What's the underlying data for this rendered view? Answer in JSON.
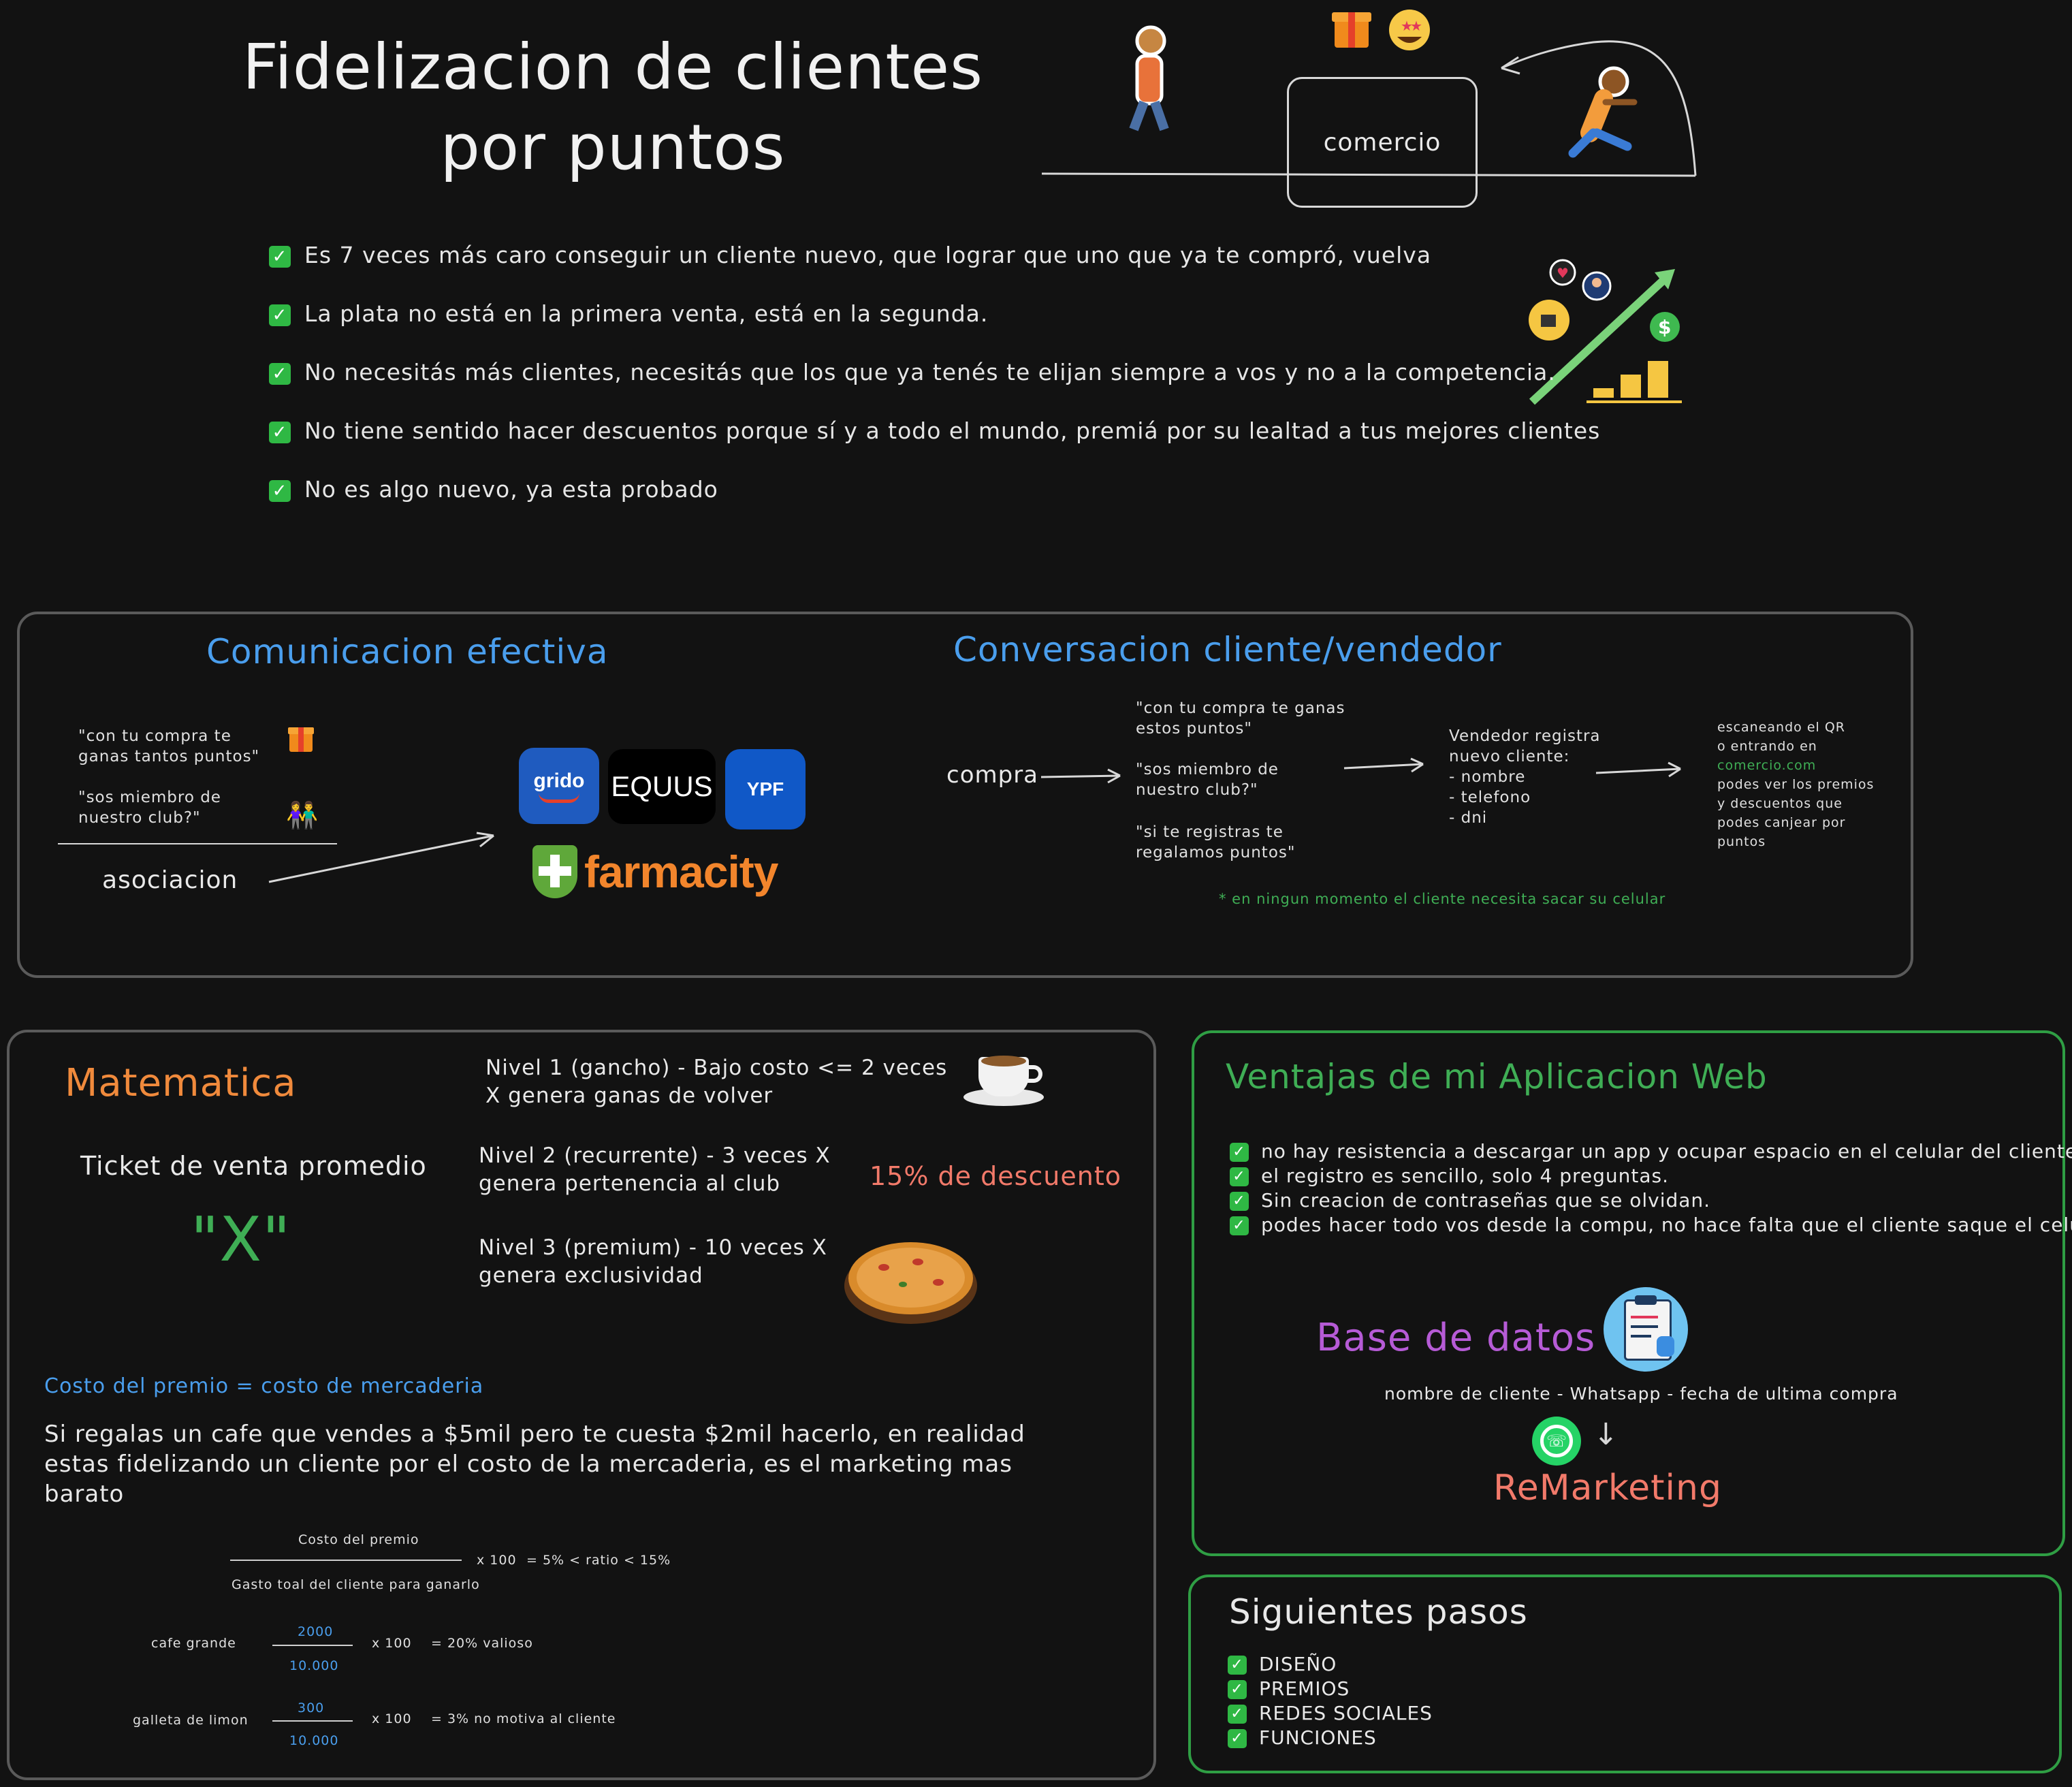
{
  "header": {
    "title_line1": "Fidelizacion de clientes",
    "title_line2": "por puntos",
    "store_label": "comercio"
  },
  "benefits": [
    "Es 7 veces más caro conseguir un cliente nuevo, que lograr que uno que ya te compró, vuelva",
    "La plata no está en la primera venta, está en la segunda.",
    "No necesitás más clientes, necesitás que los que ya tenés te elijan siempre a vos y no a la competencia.",
    "No tiene sentido hacer descuentos porque sí y a todo el mundo, premiá por su lealtad a tus mejores clientes",
    "No es algo nuevo, ya esta probado"
  ],
  "comunicacion": {
    "title": "Comunicacion efectiva",
    "quote1": "\"con tu compra te ganas tantos puntos\"",
    "quote2": "\"sos miembro de nuestro club?\"",
    "asociacion": "asociacion",
    "brands": [
      "grido",
      "EQUUS",
      "YPF",
      "farmacity"
    ]
  },
  "conversacion": {
    "title": "Conversacion cliente/vendedor",
    "compra": "compra",
    "quote1": "\"con tu compra te ganas estos puntos\"",
    "quote2": "\"sos miembro de nuestro club?\"",
    "quote3": "\"si te registras te regalamos puntos\"",
    "vendedor_title": "Vendedor registra nuevo cliente:",
    "vendedor_items": [
      "- nombre",
      "- telefono",
      "- dni"
    ],
    "qr_line1": "escaneando el QR",
    "qr_line2": "o entrando en",
    "qr_link": "comercio.com",
    "qr_rest": "podes ver los premios y descuentos que podes canjear por puntos",
    "note": "* en ningun momento el cliente necesita sacar su celular"
  },
  "matematica": {
    "title": "Matematica",
    "ticket_label": "Ticket de venta promedio",
    "ticket_value": "\"X\"",
    "nivel1": "Nivel 1 (gancho) - Bajo costo <= 2 veces X genera ganas de volver",
    "nivel2": "Nivel 2 (recurrente) - 3 veces X genera pertenencia al club",
    "nivel3": "Nivel 3 (premium) - 10 veces X genera exclusividad",
    "descuento": "15% de descuento",
    "costo_title": "Costo del premio = costo de mercaderia",
    "paragraph": "Si regalas un cafe que vendes a $5mil pero te cuesta $2mil hacerlo, en realidad estas fidelizando un cliente por el costo de la mercaderia, es el marketing mas barato",
    "formula_num": "Costo del premio",
    "formula_den": "Gasto toal del cliente para ganarlo",
    "formula_mult": "x 100",
    "formula_result": "= 5% < ratio < 15%",
    "ex1_label": "cafe grande",
    "ex1_num": "2000",
    "ex1_den": "10.000",
    "ex1_mult": "x 100",
    "ex1_result": "= 20% valioso",
    "ex2_label": "galleta de limon",
    "ex2_num": "300",
    "ex2_den": "10.000",
    "ex2_mult": "x 100",
    "ex2_result": "= 3% no motiva al cliente"
  },
  "ventajas": {
    "title": "Ventajas de mi Aplicacion Web",
    "items": [
      "no hay resistencia a descargar un app y ocupar espacio en el celular del cliente.",
      "el registro es sencillo, solo 4 preguntas.",
      "Sin creacion de contraseñas que se olvidan.",
      "podes hacer todo vos desde la compu, no hace falta que el cliente saque el celular."
    ],
    "db_title": "Base de datos",
    "db_fields": "nombre de cliente - Whatsapp - fecha de ultima compra",
    "remarketing": "ReMarketing"
  },
  "pasos": {
    "title": "Siguientes pasos",
    "items": [
      "DISEÑO",
      "PREMIOS",
      "REDES SOCIALES",
      "FUNCIONES"
    ]
  },
  "colors": {
    "background": "#121212",
    "accent_blue": "#4a9eed",
    "accent_green": "#2f9e44",
    "accent_orange": "#f08a3c",
    "accent_purple": "#b65bd6",
    "accent_salmon": "#f27a6a"
  }
}
